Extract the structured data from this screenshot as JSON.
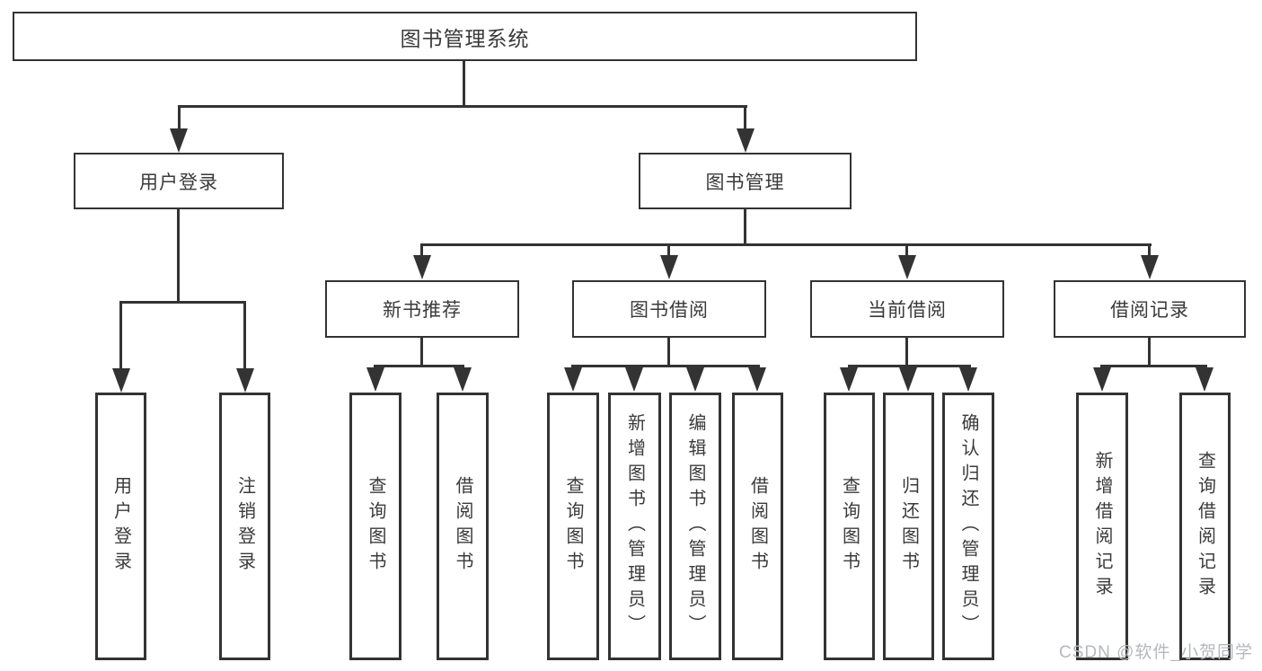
{
  "diagram": {
    "title_node": "图书管理系统",
    "colors": {
      "line": "#333333",
      "text": "#3a3a3a",
      "background": "#ffffff",
      "watermark": "#b5b8bd"
    },
    "level2": {
      "user_login": "用户登录",
      "book_mgmt": "图书管理"
    },
    "level3": {
      "new_book_rec": "新书推荐",
      "book_borrow": "图书借阅",
      "current_borrow": "当前借阅",
      "borrow_record": "借阅记录"
    },
    "leaves": {
      "user_login": "用户登录",
      "logout": "注销登录",
      "query_book_rec": "查询图书",
      "borrow_book_rec": "借阅图书",
      "query_book_borrow": "查询图书",
      "add_book_admin": "新增图书（管理员）",
      "edit_book_admin": "编辑图书（管理员）",
      "borrow_book_borrow": "借阅图书",
      "query_book_current": "查询图书",
      "return_book": "归还图书",
      "confirm_return_admin": "确认归还（管理员）",
      "add_borrow_record": "新增借阅记录",
      "query_borrow_record": "查询借阅记录"
    }
  },
  "watermark": "CSDN @软件_小贺同学"
}
